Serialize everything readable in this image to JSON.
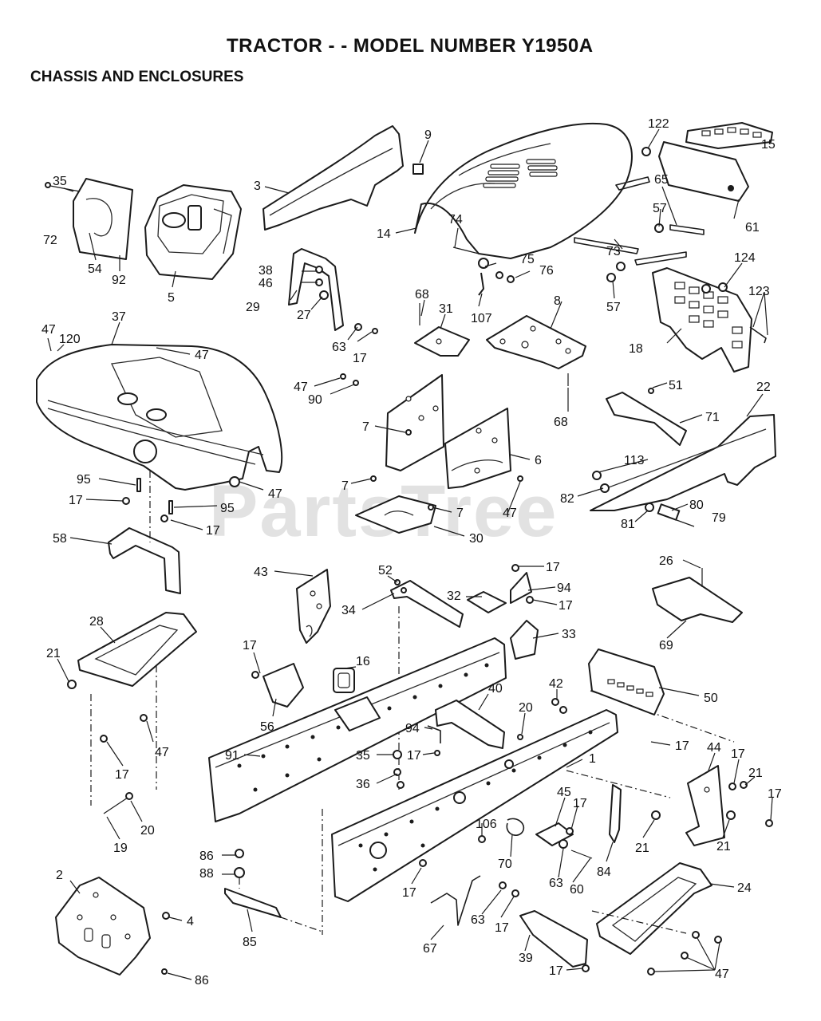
{
  "title": "TRACTOR - - MODEL NUMBER Y1950A",
  "subtitle": "CHASSIS AND ENCLOSURES",
  "watermark": "PartsTree",
  "colors": {
    "ink": "#1b1b1b",
    "paper": "#ffffff",
    "watermark": "#d9d9d9"
  },
  "callouts": [
    {
      "id": "c1",
      "text": "9"
    },
    {
      "id": "c2",
      "text": "122"
    },
    {
      "id": "c3",
      "text": "15"
    },
    {
      "id": "c4",
      "text": "35"
    },
    {
      "id": "c5",
      "text": "3"
    },
    {
      "id": "c6",
      "text": "72"
    },
    {
      "id": "c7",
      "text": "54"
    },
    {
      "id": "c8",
      "text": "92"
    },
    {
      "id": "c9",
      "text": "5"
    },
    {
      "id": "c10",
      "text": "14"
    },
    {
      "id": "c11",
      "text": "74"
    },
    {
      "id": "c12",
      "text": "65"
    },
    {
      "id": "c13",
      "text": "57"
    },
    {
      "id": "c14",
      "text": "61"
    },
    {
      "id": "c15",
      "text": "73"
    },
    {
      "id": "c16",
      "text": "75"
    },
    {
      "id": "c17",
      "text": "76"
    },
    {
      "id": "c18",
      "text": "124"
    },
    {
      "id": "c19",
      "text": "57"
    },
    {
      "id": "c20",
      "text": "107"
    },
    {
      "id": "c21",
      "text": "38"
    },
    {
      "id": "c22",
      "text": "46"
    },
    {
      "id": "c23",
      "text": "29"
    },
    {
      "id": "c24",
      "text": "27"
    },
    {
      "id": "c25",
      "text": "123"
    },
    {
      "id": "c26",
      "text": "68"
    },
    {
      "id": "c27",
      "text": "31"
    },
    {
      "id": "c28",
      "text": "8"
    },
    {
      "id": "c29",
      "text": "47"
    },
    {
      "id": "c30",
      "text": "120"
    },
    {
      "id": "c31",
      "text": "37"
    },
    {
      "id": "c32",
      "text": "47"
    },
    {
      "id": "c33",
      "text": "63"
    },
    {
      "id": "c34",
      "text": "17"
    },
    {
      "id": "c35",
      "text": "18"
    },
    {
      "id": "c36",
      "text": "47"
    },
    {
      "id": "c37",
      "text": "90"
    },
    {
      "id": "c38",
      "text": "51"
    },
    {
      "id": "c39",
      "text": "22"
    },
    {
      "id": "c40",
      "text": "68"
    },
    {
      "id": "c41",
      "text": "71"
    },
    {
      "id": "c42",
      "text": "7"
    },
    {
      "id": "c43",
      "text": "6"
    },
    {
      "id": "c44",
      "text": "113"
    },
    {
      "id": "c45",
      "text": "95"
    },
    {
      "id": "c46",
      "text": "7"
    },
    {
      "id": "c47",
      "text": "47"
    },
    {
      "id": "c48",
      "text": "82"
    },
    {
      "id": "c49",
      "text": "80"
    },
    {
      "id": "c50",
      "text": "17"
    },
    {
      "id": "c51",
      "text": "95"
    },
    {
      "id": "c52",
      "text": "7"
    },
    {
      "id": "c53",
      "text": "47"
    },
    {
      "id": "c54",
      "text": "81"
    },
    {
      "id": "c55",
      "text": "79"
    },
    {
      "id": "c56",
      "text": "17"
    },
    {
      "id": "c57",
      "text": "58"
    },
    {
      "id": "c58",
      "text": "30"
    },
    {
      "id": "c59",
      "text": "43"
    },
    {
      "id": "c60",
      "text": "52"
    },
    {
      "id": "c61",
      "text": "17"
    },
    {
      "id": "c62",
      "text": "26"
    },
    {
      "id": "c63",
      "text": "94"
    },
    {
      "id": "c64",
      "text": "32"
    },
    {
      "id": "c65",
      "text": "17"
    },
    {
      "id": "c66",
      "text": "34"
    },
    {
      "id": "c67",
      "text": "33"
    },
    {
      "id": "c68",
      "text": "28"
    },
    {
      "id": "c69",
      "text": "69"
    },
    {
      "id": "c70",
      "text": "21"
    },
    {
      "id": "c71",
      "text": "16"
    },
    {
      "id": "c72",
      "text": "17"
    },
    {
      "id": "c73",
      "text": "42"
    },
    {
      "id": "c74",
      "text": "50"
    },
    {
      "id": "c75",
      "text": "40"
    },
    {
      "id": "c76",
      "text": "20"
    },
    {
      "id": "c77",
      "text": "56"
    },
    {
      "id": "c78",
      "text": "94"
    },
    {
      "id": "c79",
      "text": "17"
    },
    {
      "id": "c80",
      "text": "47"
    },
    {
      "id": "c81",
      "text": "35"
    },
    {
      "id": "c82",
      "text": "17"
    },
    {
      "id": "c83",
      "text": "1"
    },
    {
      "id": "c84",
      "text": "44"
    },
    {
      "id": "c85",
      "text": "91"
    },
    {
      "id": "c86",
      "text": "17"
    },
    {
      "id": "c87",
      "text": "17"
    },
    {
      "id": "c88",
      "text": "36"
    },
    {
      "id": "c89",
      "text": "21"
    },
    {
      "id": "c90",
      "text": "45"
    },
    {
      "id": "c91",
      "text": "17"
    },
    {
      "id": "c92",
      "text": "17"
    },
    {
      "id": "c93",
      "text": "20"
    },
    {
      "id": "c94",
      "text": "106"
    },
    {
      "id": "c95",
      "text": "19"
    },
    {
      "id": "c96",
      "text": "21"
    },
    {
      "id": "c97",
      "text": "21"
    },
    {
      "id": "c98",
      "text": "70"
    },
    {
      "id": "c99",
      "text": "86"
    },
    {
      "id": "c100",
      "text": "84"
    },
    {
      "id": "c101",
      "text": "88"
    },
    {
      "id": "c102",
      "text": "63"
    },
    {
      "id": "c103",
      "text": "60"
    },
    {
      "id": "c104",
      "text": "2"
    },
    {
      "id": "c105",
      "text": "17"
    },
    {
      "id": "c106",
      "text": "24"
    },
    {
      "id": "c107",
      "text": "4"
    },
    {
      "id": "c108",
      "text": "63"
    },
    {
      "id": "c109",
      "text": "17"
    },
    {
      "id": "c110",
      "text": "85"
    },
    {
      "id": "c111",
      "text": "67"
    },
    {
      "id": "c112",
      "text": "39"
    },
    {
      "id": "c113",
      "text": "17"
    },
    {
      "id": "c114",
      "text": "47"
    },
    {
      "id": "c115",
      "text": "86"
    }
  ]
}
